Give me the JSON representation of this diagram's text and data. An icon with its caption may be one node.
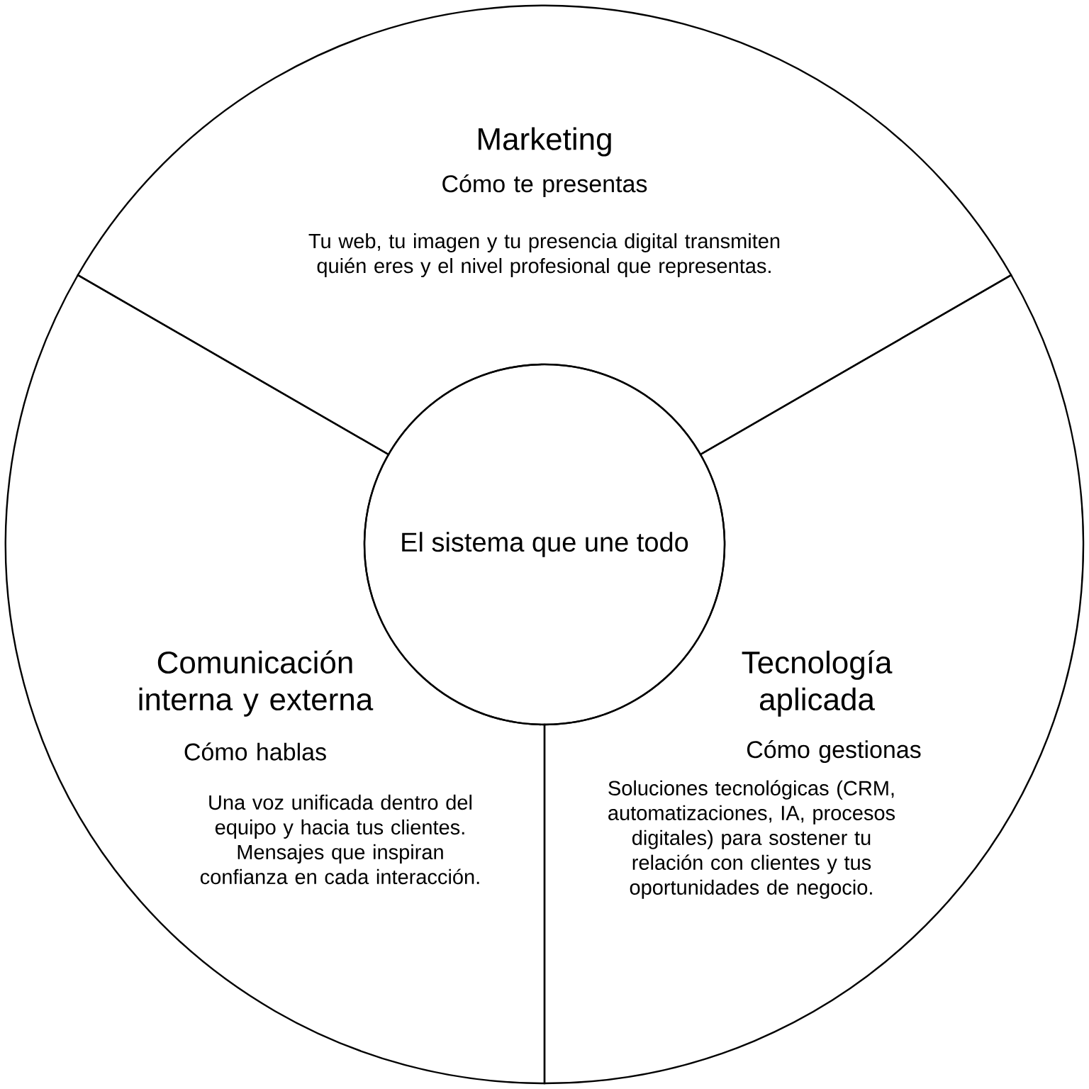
{
  "diagram": {
    "nodes": [
      {
        "text": [
          "El sistema que une todo"
        ]
      },
      {
        "text": [
          "Marketing",
          "Cómo te presentas",
          "Tu web, tu imagen y tu presencia digital transmiten quién eres y el nivel profesional que representas."
        ]
      },
      {
        "text": [
          "Comunicación interna y externa",
          "Cómo hablas",
          "Una voz unificada dentro del equipo y hacia tus clientes. Mensajes que inspiran confianza en cada interacción."
        ]
      },
      {
        "text": [
          "Tecnología aplicada",
          "Cómo gestionas",
          "Soluciones tecnológicas (CRM, automatizaciones, IA, procesos digitales) para sostener tu relación con clientes y tus oportunidades de negocio."
        ]
      }
    ]
  }
}
